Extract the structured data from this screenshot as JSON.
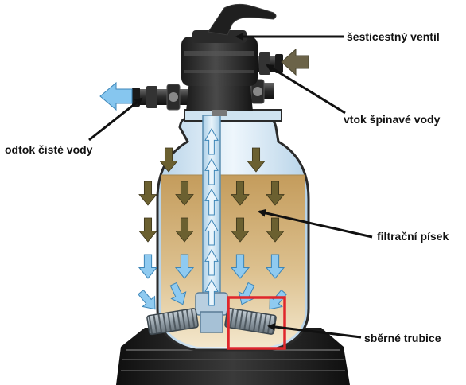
{
  "labels": {
    "valve": "šesticestný ventil",
    "inlet": "vtok špinavé vody",
    "outlet": "odtok čisté vody",
    "sand": "filtrační písek",
    "laterals": "sběrné trubice"
  },
  "colors": {
    "sand_top": "#c9a566",
    "sand_bottom": "#efe1c2",
    "water": "#dcecf7",
    "tank_outline": "#2a2a2a",
    "valve_body": "#2b2b2b",
    "down_arrow": "#6b6030",
    "flow_arrow": "#7fc3ee",
    "inlet_arrow": "#6b6348",
    "highlight_box": "#e0262b",
    "base": "#1e1e1e"
  }
}
